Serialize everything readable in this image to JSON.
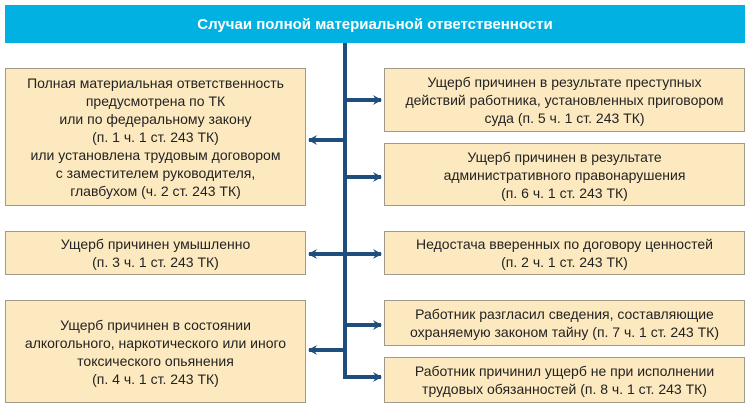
{
  "title": "Случаи полной материальной ответственности",
  "colors": {
    "header": "#00b1e1",
    "box_fill": "#fde9bf",
    "connector": "#1f4e7e"
  },
  "left_boxes": [
    {
      "lines": [
        "Полная материальная ответственность",
        "предусмотрена по ТК",
        "или по федеральному закону",
        "(п. 1 ч. 1 ст. 243 ТК)",
        "или установлена трудовым договором",
        "с заместителем руководителя,",
        "главбухом (ч. 2 ст. 243 ТК)"
      ]
    },
    {
      "lines": [
        "Ущерб причинен умышленно",
        "(п. 3 ч. 1 ст. 243 ТК)"
      ]
    },
    {
      "lines": [
        "Ущерб причинен в состоянии",
        "алкогольного, наркотического или иного",
        "токсического опьянения",
        "(п. 4 ч. 1 ст. 243 ТК)"
      ]
    }
  ],
  "right_boxes": [
    {
      "lines": [
        "Ущерб причинен в результате преступных",
        "действий работника, установленных приговором",
        "суда (п. 5 ч. 1 ст. 243 ТК)"
      ]
    },
    {
      "lines": [
        "Ущерб причинен в результате",
        "административного правонарушения",
        "(п. 6 ч. 1 ст. 243 ТК)"
      ]
    },
    {
      "lines": [
        "Недостача вверенных по договору ценностей",
        "(п. 2 ч. 1 ст. 243 ТК)"
      ]
    },
    {
      "lines": [
        "Работник разгласил сведения, составляющие",
        "охраняемую законом тайну (п. 7 ч. 1 ст. 243 ТК)"
      ]
    },
    {
      "lines": [
        "Работник причинил ущерб не при исполнении",
        "трудовых обязанностей (п. 8 ч. 1 ст. 243 ТК)"
      ]
    }
  ]
}
